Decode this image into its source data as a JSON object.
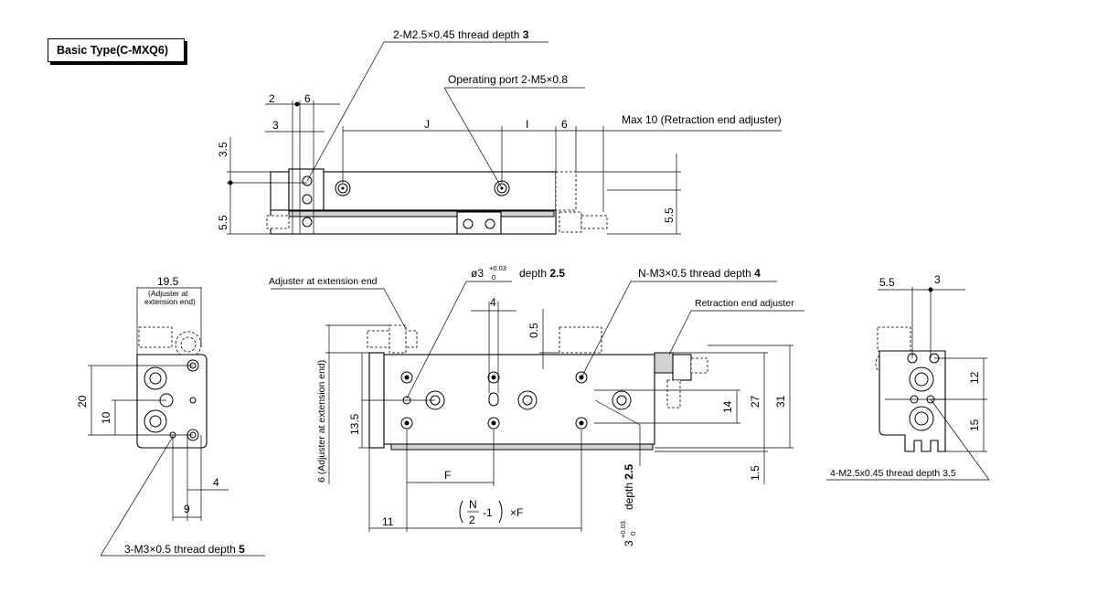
{
  "title": "Basic Type(C-MXQ6)",
  "top_view": {
    "thread_callout_text": "2-M2.5×0.45 thread depth ",
    "thread_callout_bold": "3",
    "port_callout": "Operating port 2-M5×0.8",
    "max_adjust": "Max 10 (Retraction end adjuster)",
    "dim_2": "2",
    "dim_6a": "6",
    "dim_3": "3",
    "dim_J": "J",
    "dim_I": "I",
    "dim_6b": "6",
    "dim_3_5": "3.5",
    "dim_5_5_left": "5.5",
    "dim_5_5_right": "5.5"
  },
  "left_view": {
    "dim_19_5": "19.5",
    "note_line1": "(Adjuster at",
    "note_line2": "extension end)",
    "dim_20": "20",
    "dim_10": "10",
    "dim_4": "4",
    "dim_9": "9",
    "thread_callout_text": "3-M3×0.5 thread depth ",
    "thread_callout_bold": "5"
  },
  "front_view": {
    "adjuster_ext": "Adjuster at extension end",
    "hole_callout_prefix": "ø3",
    "hole_tol_upper": "+0.03",
    "hole_tol_lower": "0",
    "hole_callout_suffix": "depth ",
    "hole_callout_bold": "2.5",
    "thread_callout_text": "N-M3×0.5 thread depth ",
    "thread_callout_bold": "4",
    "retraction_adj": "Retraction end adjuster",
    "dim_4": "4",
    "dim_0_5": "0.5",
    "dim_14": "14",
    "dim_27": "27",
    "dim_31": "31",
    "dim_1_5": "1.5",
    "dim_13_5": "13.5",
    "dim_6_adj": "6 (Adjuster at extension end)",
    "dim_F": "F",
    "dim_11": "11",
    "formula_N": "N",
    "formula_2": "2",
    "formula_rest": "-1",
    "formula_F": "×F",
    "vert_prefix": "3",
    "vert_tol_upper": "+0.03",
    "vert_tol_lower": "0",
    "vert_suffix": "depth ",
    "vert_bold": "2.5"
  },
  "right_view": {
    "dim_5_5": "5.5",
    "dim_3": "3",
    "dim_12": "12",
    "dim_15": "15",
    "thread_callout": "4-M2.5x0.45 thread depth 3.5"
  }
}
